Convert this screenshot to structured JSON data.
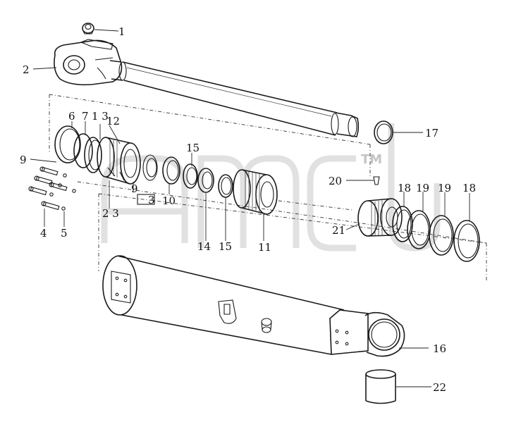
{
  "diagram": {
    "callouts": [
      {
        "id": "1",
        "label": "1"
      },
      {
        "id": "2",
        "label": "2"
      },
      {
        "id": "6",
        "label": "6"
      },
      {
        "id": "7",
        "label": "7"
      },
      {
        "id": "13",
        "label": "1 3"
      },
      {
        "id": "12",
        "label": "12"
      },
      {
        "id": "9a",
        "label": "9"
      },
      {
        "id": "15a",
        "label": "15"
      },
      {
        "id": "17",
        "label": "17"
      },
      {
        "id": "9b",
        "label": "9"
      },
      {
        "id": "3",
        "label": "3"
      },
      {
        "id": "10",
        "label": "10"
      },
      {
        "id": "20",
        "label": "20"
      },
      {
        "id": "18a",
        "label": "18"
      },
      {
        "id": "19a",
        "label": "19"
      },
      {
        "id": "19b",
        "label": "19"
      },
      {
        "id": "18b",
        "label": "18"
      },
      {
        "id": "23",
        "label": "2 3"
      },
      {
        "id": "21",
        "label": "21"
      },
      {
        "id": "4",
        "label": "4"
      },
      {
        "id": "5",
        "label": "5"
      },
      {
        "id": "14",
        "label": "14"
      },
      {
        "id": "15b",
        "label": "15"
      },
      {
        "id": "11",
        "label": "11"
      },
      {
        "id": "16",
        "label": "16"
      },
      {
        "id": "22",
        "label": "22"
      }
    ],
    "watermark_mark": "TM"
  }
}
